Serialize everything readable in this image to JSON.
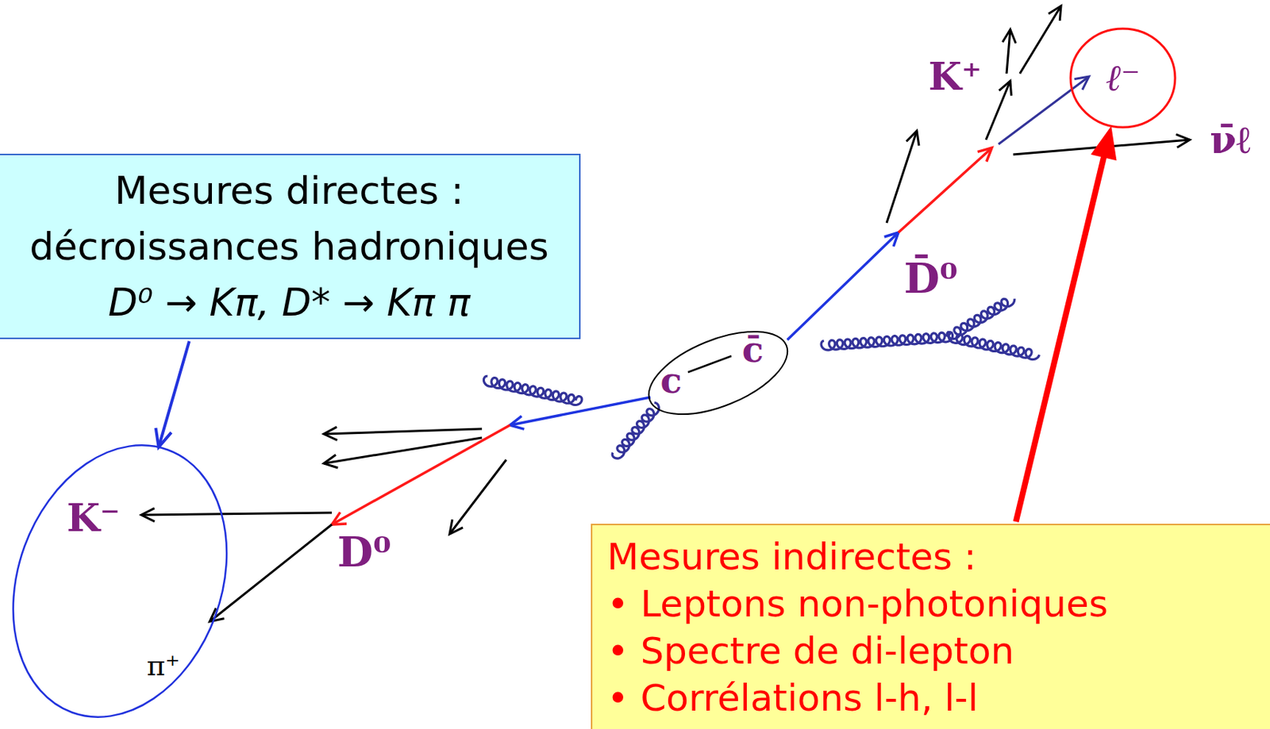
{
  "diagram": {
    "nodes": [
      {
        "text": [
          "ℓ⁻"
        ]
      },
      {
        "text": [
          "Mesures directes :",
          "décroissances hadroniques",
          "D⁰ → Kπ, D* → Kπ π"
        ]
      },
      {
        "text": [
          "c",
          "c̄"
        ]
      },
      {
        "text": [
          "K⁻",
          "π⁺"
        ]
      },
      {
        "text": [
          "Mesures indirectes :",
          "• Leptons non-photoniques",
          "• Spectre de di-lepton",
          "• Corrélations l-h, l-l"
        ]
      }
    ],
    "edges": [
      {
        "from": 1,
        "to": 3,
        "arrow": "to"
      },
      {
        "from": 4,
        "to": 0,
        "arrow": "to"
      }
    ],
    "labels": [
      "K⁺",
      "ν̄ℓ",
      "D̄⁰",
      "D⁰"
    ]
  }
}
